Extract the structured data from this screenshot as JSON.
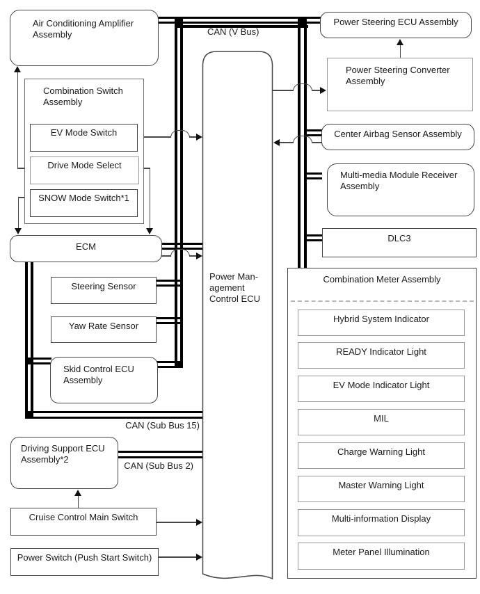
{
  "bus_labels": {
    "v_bus": "CAN (V Bus)",
    "sub_bus_15": "CAN (Sub Bus 15)",
    "sub_bus_2": "CAN (Sub Bus 2)"
  },
  "boxes": {
    "ac_amp": "Air Conditioning Amplifier Assembly",
    "combination_switch": "Combination Switch Assembly",
    "ev_mode_switch": "EV Mode Switch",
    "drive_mode_select": "Drive Mode Select",
    "snow_mode_switch": "SNOW Mode Switch*1",
    "ecm": "ECM",
    "steering_sensor": "Steering Sensor",
    "yaw_rate_sensor": "Yaw Rate Sensor",
    "skid_control": "Skid Control ECU Assembly",
    "pm_ecu": "Power Man-\nagement\nControl ECU",
    "ps_ecu": "Power Steering ECU Assembly",
    "ps_converter": "Power Steering Converter Assembly",
    "center_airbag": "Center Airbag Sensor Assembly",
    "multimedia": "Multi-media Module Receiver Assembly",
    "dlc3": "DLC3",
    "combination_meter": "Combination Meter Assembly",
    "hybrid_indicator": "Hybrid System Indicator",
    "ready_light": "READY Indicator Light",
    "ev_mode_light": "EV Mode Indicator Light",
    "mil": "MIL",
    "charge_warning": "Charge Warning Light",
    "master_warning": "Master Warning Light",
    "multi_info_display": "Multi-information Display",
    "meter_panel_illumination": "Meter Panel Illumination",
    "driving_support": "Driving Support ECU Assembly*2",
    "cruise_switch": "Cruise Control Main Switch",
    "power_switch": "Power Switch (Push Start Switch)"
  },
  "colors": {
    "bus_line": "#000000",
    "signal_line": "#474747",
    "box_border": "#454545",
    "muted_border": "#979797",
    "divider_dashed": "#b4b4b4"
  }
}
